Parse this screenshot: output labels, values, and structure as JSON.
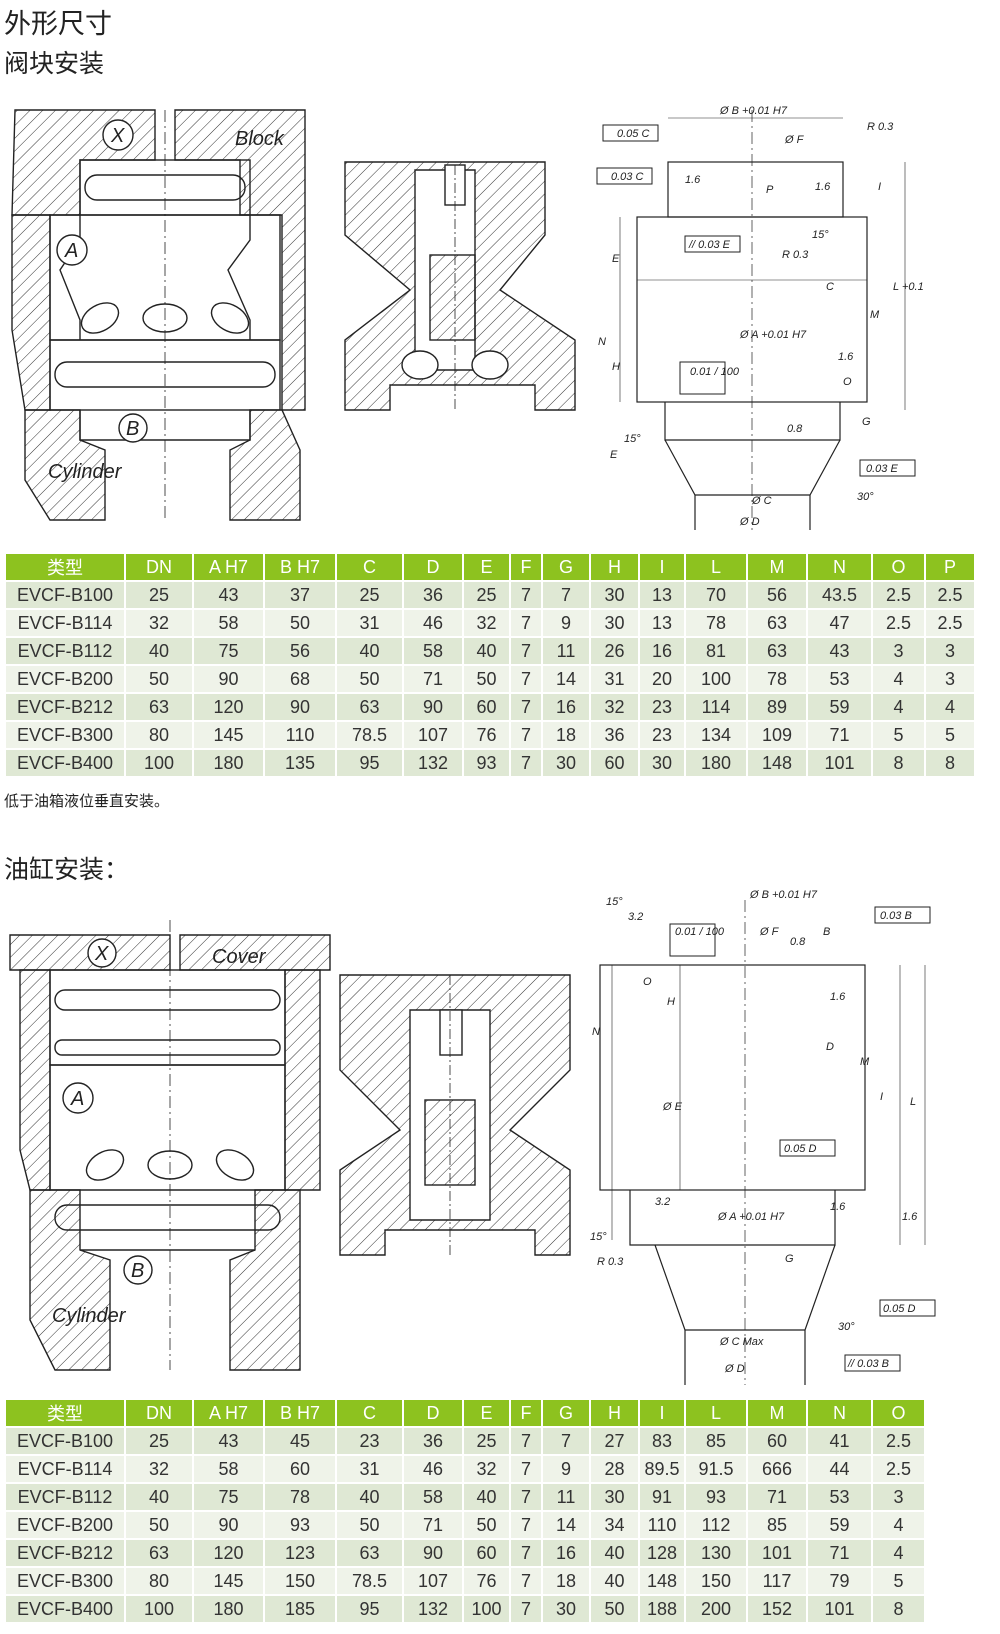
{
  "title": "外形尺寸",
  "section1": {
    "heading": "阀块安装",
    "labels": {
      "x": "X",
      "a": "A",
      "b": "B",
      "block": "Block",
      "cylinder": "Cylinder"
    },
    "dims": [
      "Ø B +0.01 H7",
      "Ø F",
      "R 0.3",
      "0.05 C",
      "0.03 C",
      "1.6",
      "P",
      "1.6",
      "I",
      "15°",
      "R 0.3",
      "// 0.03 E",
      "C",
      "E",
      "L +0.1",
      "M",
      "N",
      "H",
      "Ø A +0.01 H7",
      "0.01 / 100",
      "O",
      "1.6",
      "15°",
      "E",
      "0.8",
      "G",
      "0.03 E",
      "30°",
      "Ø C",
      "Ø D"
    ],
    "columns": [
      "类型",
      "DN",
      "A H7",
      "B H7",
      "C",
      "D",
      "E",
      "F",
      "G",
      "H",
      "I",
      "L",
      "M",
      "N",
      "O",
      "P"
    ],
    "rows": [
      [
        "EVCF-B100",
        "25",
        "43",
        "37",
        "25",
        "36",
        "25",
        "7",
        "7",
        "30",
        "13",
        "70",
        "56",
        "43.5",
        "2.5",
        "2.5"
      ],
      [
        "EVCF-B114",
        "32",
        "58",
        "50",
        "31",
        "46",
        "32",
        "7",
        "9",
        "30",
        "13",
        "78",
        "63",
        "47",
        "2.5",
        "2.5"
      ],
      [
        "EVCF-B112",
        "40",
        "75",
        "56",
        "40",
        "58",
        "40",
        "7",
        "11",
        "26",
        "16",
        "81",
        "63",
        "43",
        "3",
        "3"
      ],
      [
        "EVCF-B200",
        "50",
        "90",
        "68",
        "50",
        "71",
        "50",
        "7",
        "14",
        "31",
        "20",
        "100",
        "78",
        "53",
        "4",
        "3"
      ],
      [
        "EVCF-B212",
        "63",
        "120",
        "90",
        "63",
        "90",
        "60",
        "7",
        "16",
        "32",
        "23",
        "114",
        "89",
        "59",
        "4",
        "4"
      ],
      [
        "EVCF-B300",
        "80",
        "145",
        "110",
        "78.5",
        "107",
        "76",
        "7",
        "18",
        "36",
        "23",
        "134",
        "109",
        "71",
        "5",
        "5"
      ],
      [
        "EVCF-B400",
        "100",
        "180",
        "135",
        "95",
        "132",
        "93",
        "7",
        "30",
        "60",
        "30",
        "180",
        "148",
        "101",
        "8",
        "8"
      ]
    ],
    "note": "低于油箱液位垂直安装。"
  },
  "section2": {
    "heading": "油缸安装：",
    "labels": {
      "x": "X",
      "a": "A",
      "b": "B",
      "cover": "Cover",
      "cylinder": "Cylinder"
    },
    "dims": [
      "Ø B +0.01 H7",
      "15°",
      "3.2",
      "0.01 / 100",
      "Ø F",
      "0.8",
      "B",
      "0.03 B",
      "O",
      "H",
      "N",
      "1.6",
      "D",
      "M",
      "I",
      "L",
      "Ø E",
      "0.05 D",
      "3.2",
      "Ø A +0.01 H7",
      "1.6",
      "1.6",
      "15°",
      "R 0.3",
      "G",
      "0.05 D",
      "30°",
      "Ø C Max",
      "Ø D",
      "// 0.03 B"
    ],
    "columns": [
      "类型",
      "DN",
      "A H7",
      "B H7",
      "C",
      "D",
      "E",
      "F",
      "G",
      "H",
      "I",
      "L",
      "M",
      "N",
      "O"
    ],
    "rows": [
      [
        "EVCF-B100",
        "25",
        "43",
        "45",
        "23",
        "36",
        "25",
        "7",
        "7",
        "27",
        "83",
        "85",
        "60",
        "41",
        "2.5"
      ],
      [
        "EVCF-B114",
        "32",
        "58",
        "60",
        "31",
        "46",
        "32",
        "7",
        "9",
        "28",
        "89.5",
        "91.5",
        "666",
        "44",
        "2.5"
      ],
      [
        "EVCF-B112",
        "40",
        "75",
        "78",
        "40",
        "58",
        "40",
        "7",
        "11",
        "30",
        "91",
        "93",
        "71",
        "53",
        "3"
      ],
      [
        "EVCF-B200",
        "50",
        "90",
        "93",
        "50",
        "71",
        "50",
        "7",
        "14",
        "34",
        "110",
        "112",
        "85",
        "59",
        "4"
      ],
      [
        "EVCF-B212",
        "63",
        "120",
        "123",
        "63",
        "90",
        "60",
        "7",
        "16",
        "40",
        "128",
        "130",
        "101",
        "71",
        "4"
      ],
      [
        "EVCF-B300",
        "80",
        "145",
        "150",
        "78.5",
        "107",
        "76",
        "7",
        "18",
        "40",
        "148",
        "150",
        "117",
        "79",
        "5"
      ],
      [
        "EVCF-B400",
        "100",
        "180",
        "185",
        "95",
        "132",
        "100",
        "7",
        "30",
        "50",
        "188",
        "200",
        "152",
        "101",
        "8"
      ]
    ]
  },
  "colors": {
    "header": "#8dc21f",
    "row_odd": "#dfe8d4",
    "row_even": "#eff3e9"
  }
}
